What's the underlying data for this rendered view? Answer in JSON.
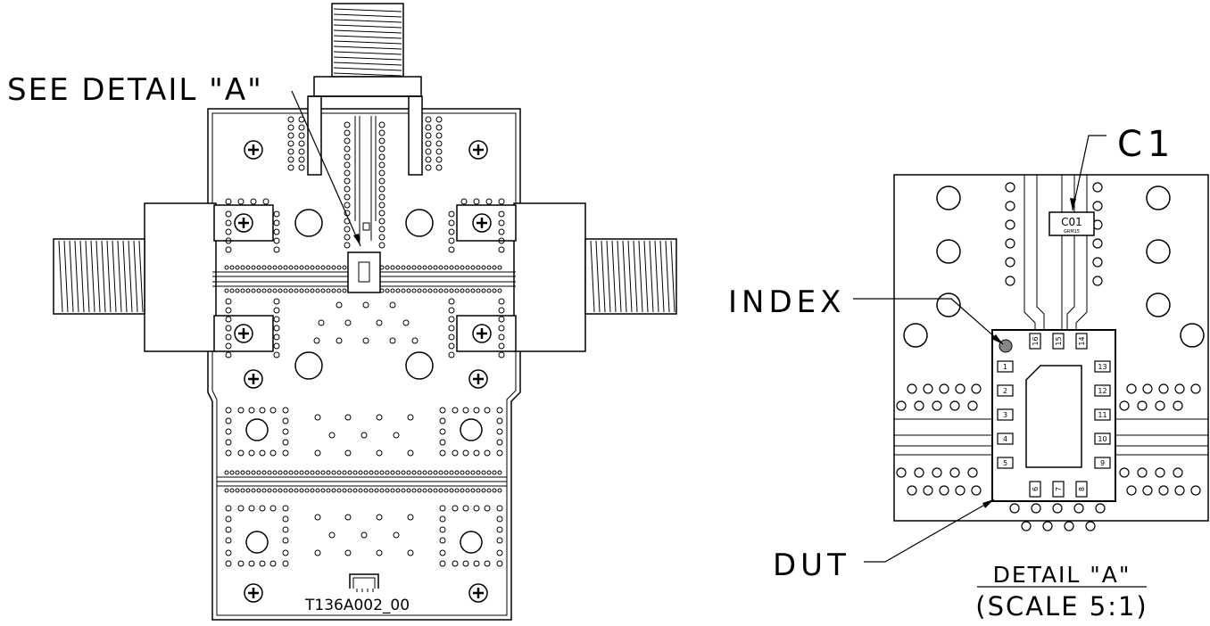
{
  "labels": {
    "see_detail": "SEE DETAIL \"A\"",
    "c1": "C1",
    "index": "INDEX",
    "dut": "DUT",
    "detail_title": "DETAIL \"A\"",
    "detail_scale": "(SCALE 5:1)",
    "board_id": "T136A002_00"
  },
  "detail": {
    "capacitor_ref": "C01",
    "capacitor_part": "GRM15",
    "pins_left": [
      "1",
      "2",
      "3",
      "4",
      "5"
    ],
    "pins_bottom": [
      "6",
      "7",
      "8"
    ],
    "pins_right": [
      "9",
      "10",
      "11",
      "12",
      "13"
    ],
    "pins_top": [
      "14",
      "15",
      "16"
    ]
  }
}
